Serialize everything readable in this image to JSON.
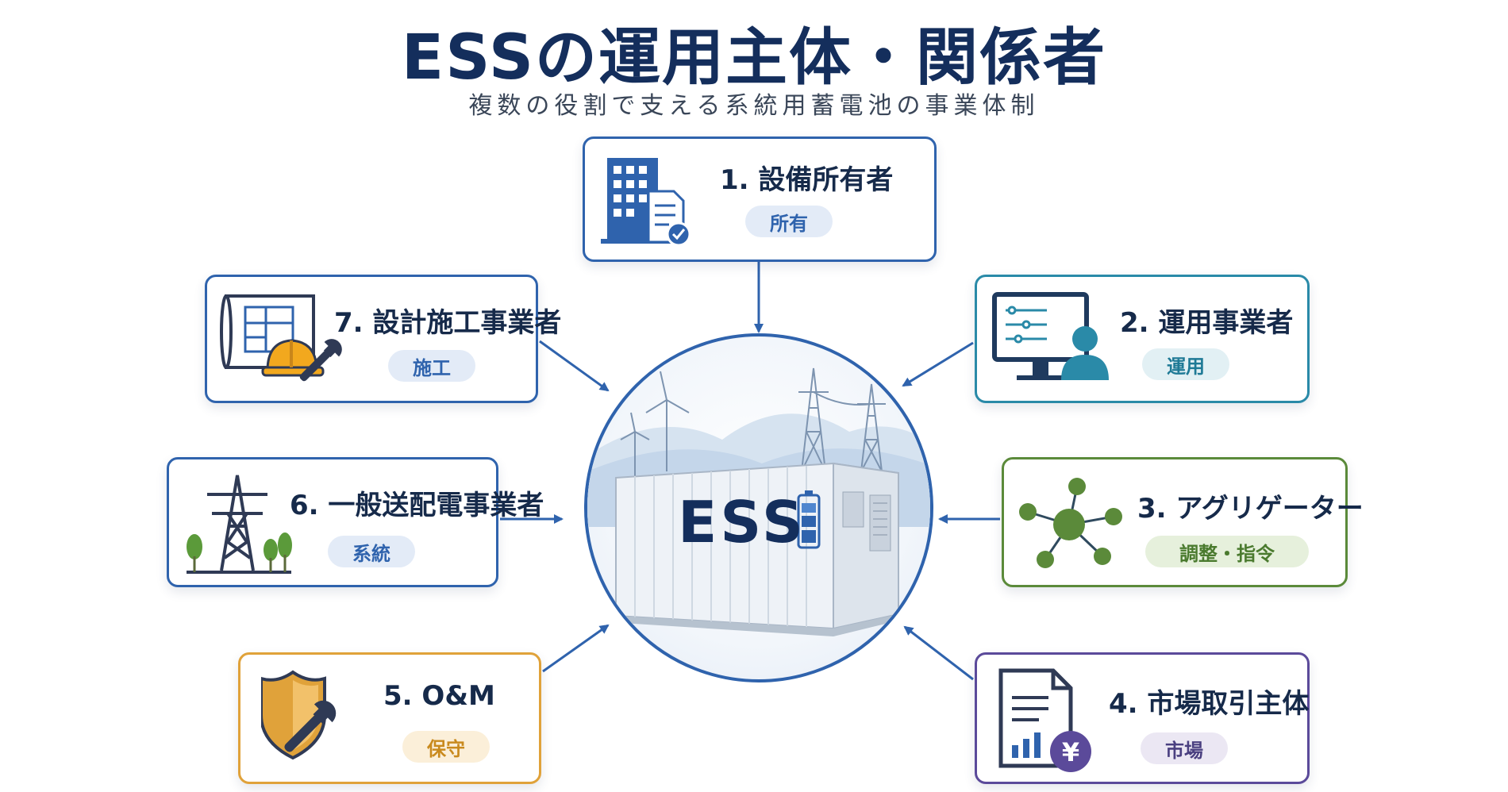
{
  "header": {
    "title": "ESSの運用主体・関係者",
    "subtitle": "複数の役割で支える系統用蓄電池の事業体制"
  },
  "hub": {
    "label": "ESS"
  },
  "roles": {
    "owner": {
      "label": "1. 設備所有者",
      "tag": "所有",
      "color": "#2f63ad"
    },
    "operator": {
      "label": "2. 運用事業者",
      "tag": "運用",
      "color": "#2a8aa8"
    },
    "aggregator": {
      "label": "3. アグリゲーター",
      "tag": "調整・指令",
      "color": "#5b8a3a"
    },
    "market": {
      "label": "4. 市場取引主体",
      "tag": "市場",
      "color": "#5b4a9a"
    },
    "om": {
      "label": "5. O&M",
      "tag": "保守",
      "color": "#e0a23a"
    },
    "grid": {
      "label": "6. 一般送配電事業者",
      "tag": "系統",
      "color": "#2f63ad"
    },
    "construction": {
      "label": "7. 設計施工事業者",
      "tag": "施工",
      "color": "#2f63ad"
    }
  },
  "icons": {
    "owner": "office-building-document-icon",
    "operator": "monitor-operator-icon",
    "aggregator": "network-nodes-icon",
    "market": "report-yen-icon",
    "om": "shield-wrench-icon",
    "grid": "power-tower-icon",
    "construction": "blueprint-hardhat-icon"
  }
}
